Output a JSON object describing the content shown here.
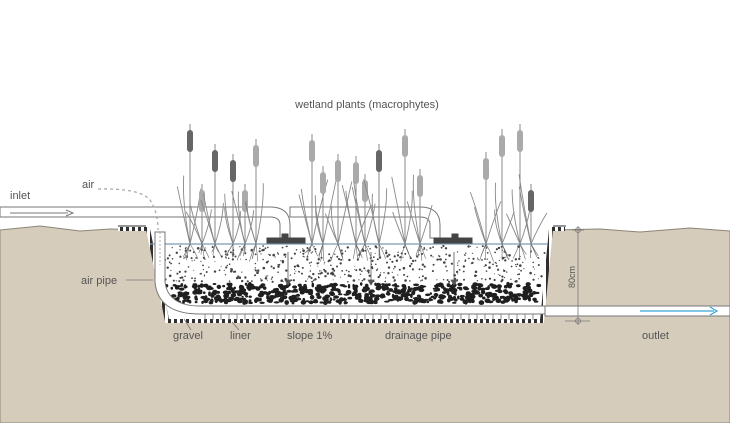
{
  "labels": {
    "title": "wetland plants (macrophytes)",
    "inlet": "inlet",
    "air": "air",
    "air_pipe": "air pipe",
    "gravel": "gravel",
    "liner": "liner",
    "slope": "slope 1%",
    "drainage_pipe": "drainage pipe",
    "outlet": "outlet",
    "depth": "80cm"
  },
  "colors": {
    "ground": "#d6ccbb",
    "liner": "#2f2f2f",
    "pipe_stroke": "#777777",
    "water_line": "#7a9ab5",
    "outlet_arrow": "#3aa3d6",
    "plant_dark": "#666666",
    "plant_light": "#aaaaaa"
  }
}
